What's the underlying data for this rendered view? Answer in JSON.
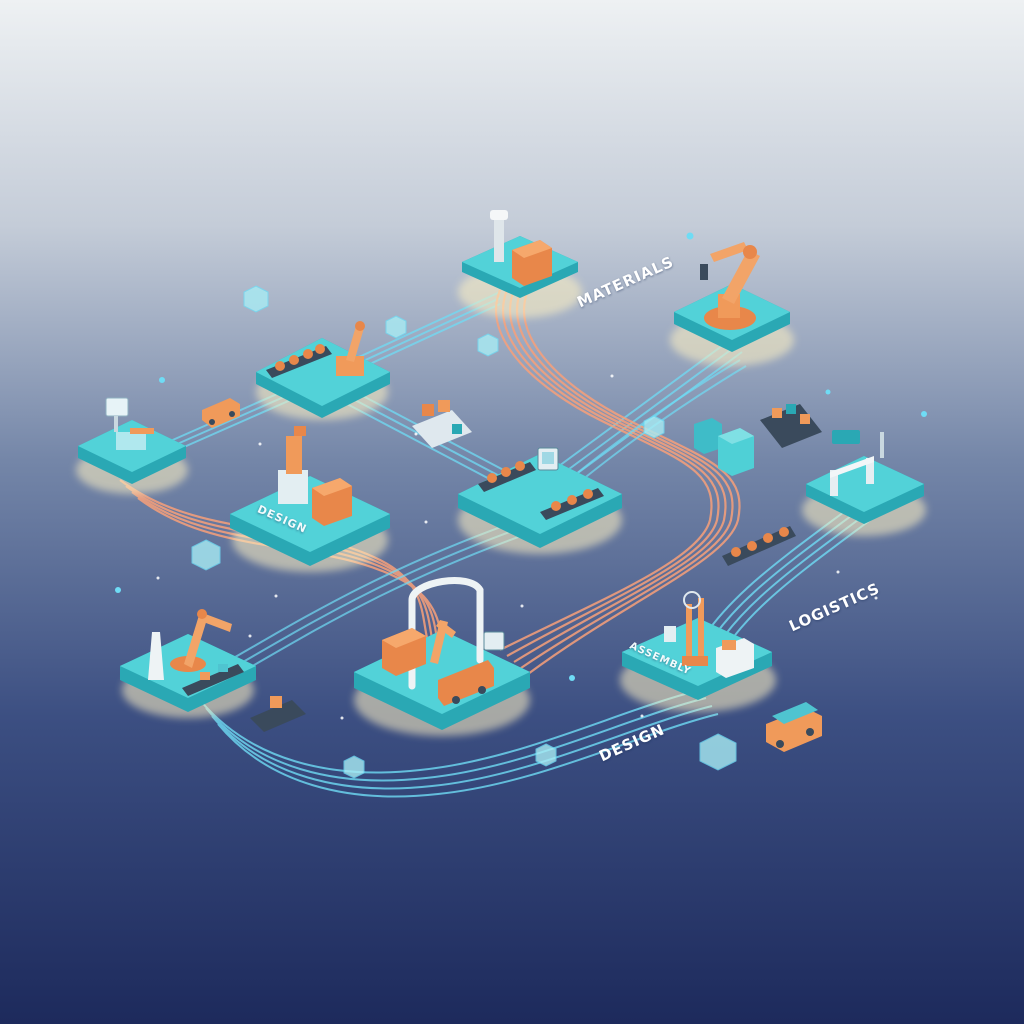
{
  "labels": {
    "materials": "MATERIALS",
    "logistics": "LOGISTICS",
    "design_bottom": "DESIGN",
    "design_station": "DESIGN",
    "assembly_station": "ASSEMBLY"
  },
  "colors": {
    "background_top": "#eef1f3",
    "background_bottom": "#1d2a5c",
    "platform_top": "#4fd0d6",
    "platform_side": "#2aa8b4",
    "platform_glow": "#fff4c8",
    "stream_blue": "#5ad4f0",
    "stream_orange": "#f5906a",
    "machine_orange": "#f09a5a",
    "machine_dark": "#3a4a5c"
  },
  "icons": [
    "robot-arm-icon",
    "conveyor-belt-icon",
    "crate-icon",
    "gantry-icon",
    "truck-icon",
    "cube-icon",
    "monitor-icon",
    "chimney-icon"
  ]
}
